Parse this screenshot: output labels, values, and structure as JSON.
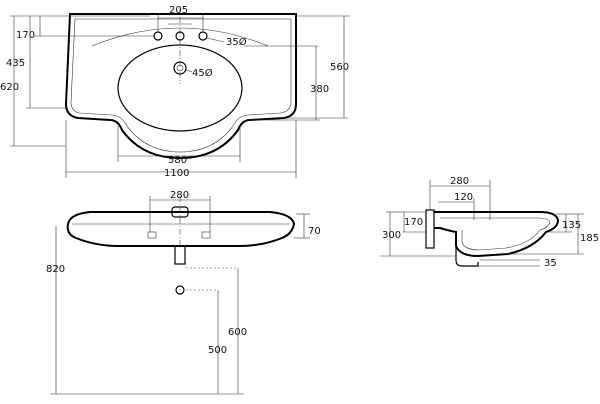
{
  "dimensions": {
    "top_view": {
      "hole_spacing": "205",
      "tap_hole_dia": "35Ø",
      "waste_hole_dia": "45Ø",
      "rim_to_hole": "170",
      "rim_to_waste": "435",
      "overall_depth_left": "620",
      "overall_depth_right": "560",
      "bowl_depth": "380",
      "bowl_width": "580",
      "overall_width": "1100"
    },
    "front_view": {
      "tap_centers": "280",
      "rim_height": "70",
      "install_height": "820",
      "waste_height_upper": "600",
      "waste_height_lower": "500"
    },
    "side_view": {
      "overall_depth": "280",
      "wall_to_waste": "120",
      "hole_height": "170",
      "overall_height": "300",
      "rim_thickness": "135",
      "bowl_height": "185",
      "trap_offset": "35"
    }
  }
}
